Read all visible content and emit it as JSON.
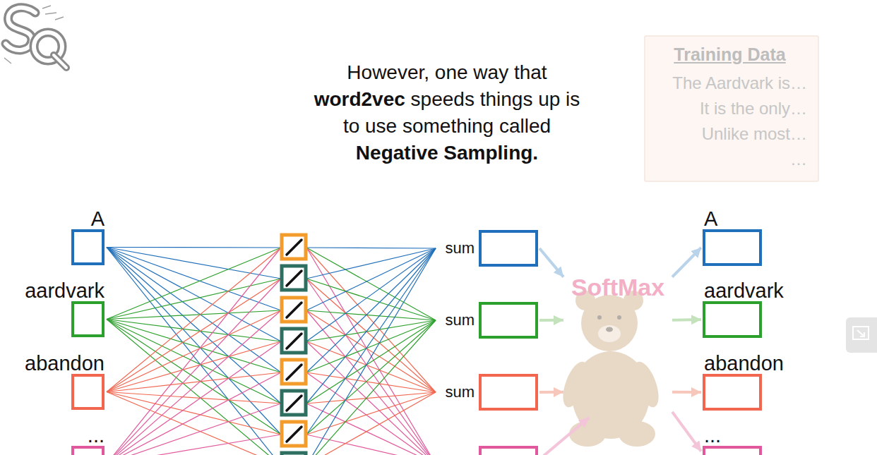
{
  "diagram": {
    "title": "However, one way that word2vec speeds things up is to use something called Negative Sampling.",
    "nodes": [
      {
        "text": [
          "Training Data",
          "The Aardvark is…",
          "It is the only…",
          "Unlike most…",
          "…"
        ]
      },
      {
        "text": [
          "A"
        ]
      },
      {
        "text": [
          "aardvark"
        ]
      },
      {
        "text": [
          "abandon"
        ]
      },
      {
        "text": [
          "..."
        ]
      },
      {
        "text": [
          "sum"
        ]
      },
      {
        "text": [
          "sum"
        ]
      },
      {
        "text": [
          "sum"
        ]
      },
      {
        "text": [
          "SoftMax"
        ]
      },
      {
        "text": [
          "A"
        ]
      },
      {
        "text": [
          "aardvark"
        ]
      },
      {
        "text": [
          "abandon"
        ]
      },
      {
        "text": [
          "..."
        ]
      }
    ],
    "edges": [
      {
        "from": 5,
        "to": 8,
        "arrow": "to"
      },
      {
        "from": 6,
        "to": 8,
        "arrow": "to"
      },
      {
        "from": 7,
        "to": 8,
        "arrow": "to"
      },
      {
        "from": 8,
        "to": 9,
        "arrow": "to"
      },
      {
        "from": 8,
        "to": 10,
        "arrow": "to"
      },
      {
        "from": 8,
        "to": 11,
        "arrow": "to"
      },
      {
        "from": 8,
        "to": 12,
        "arrow": "to"
      }
    ]
  }
}
